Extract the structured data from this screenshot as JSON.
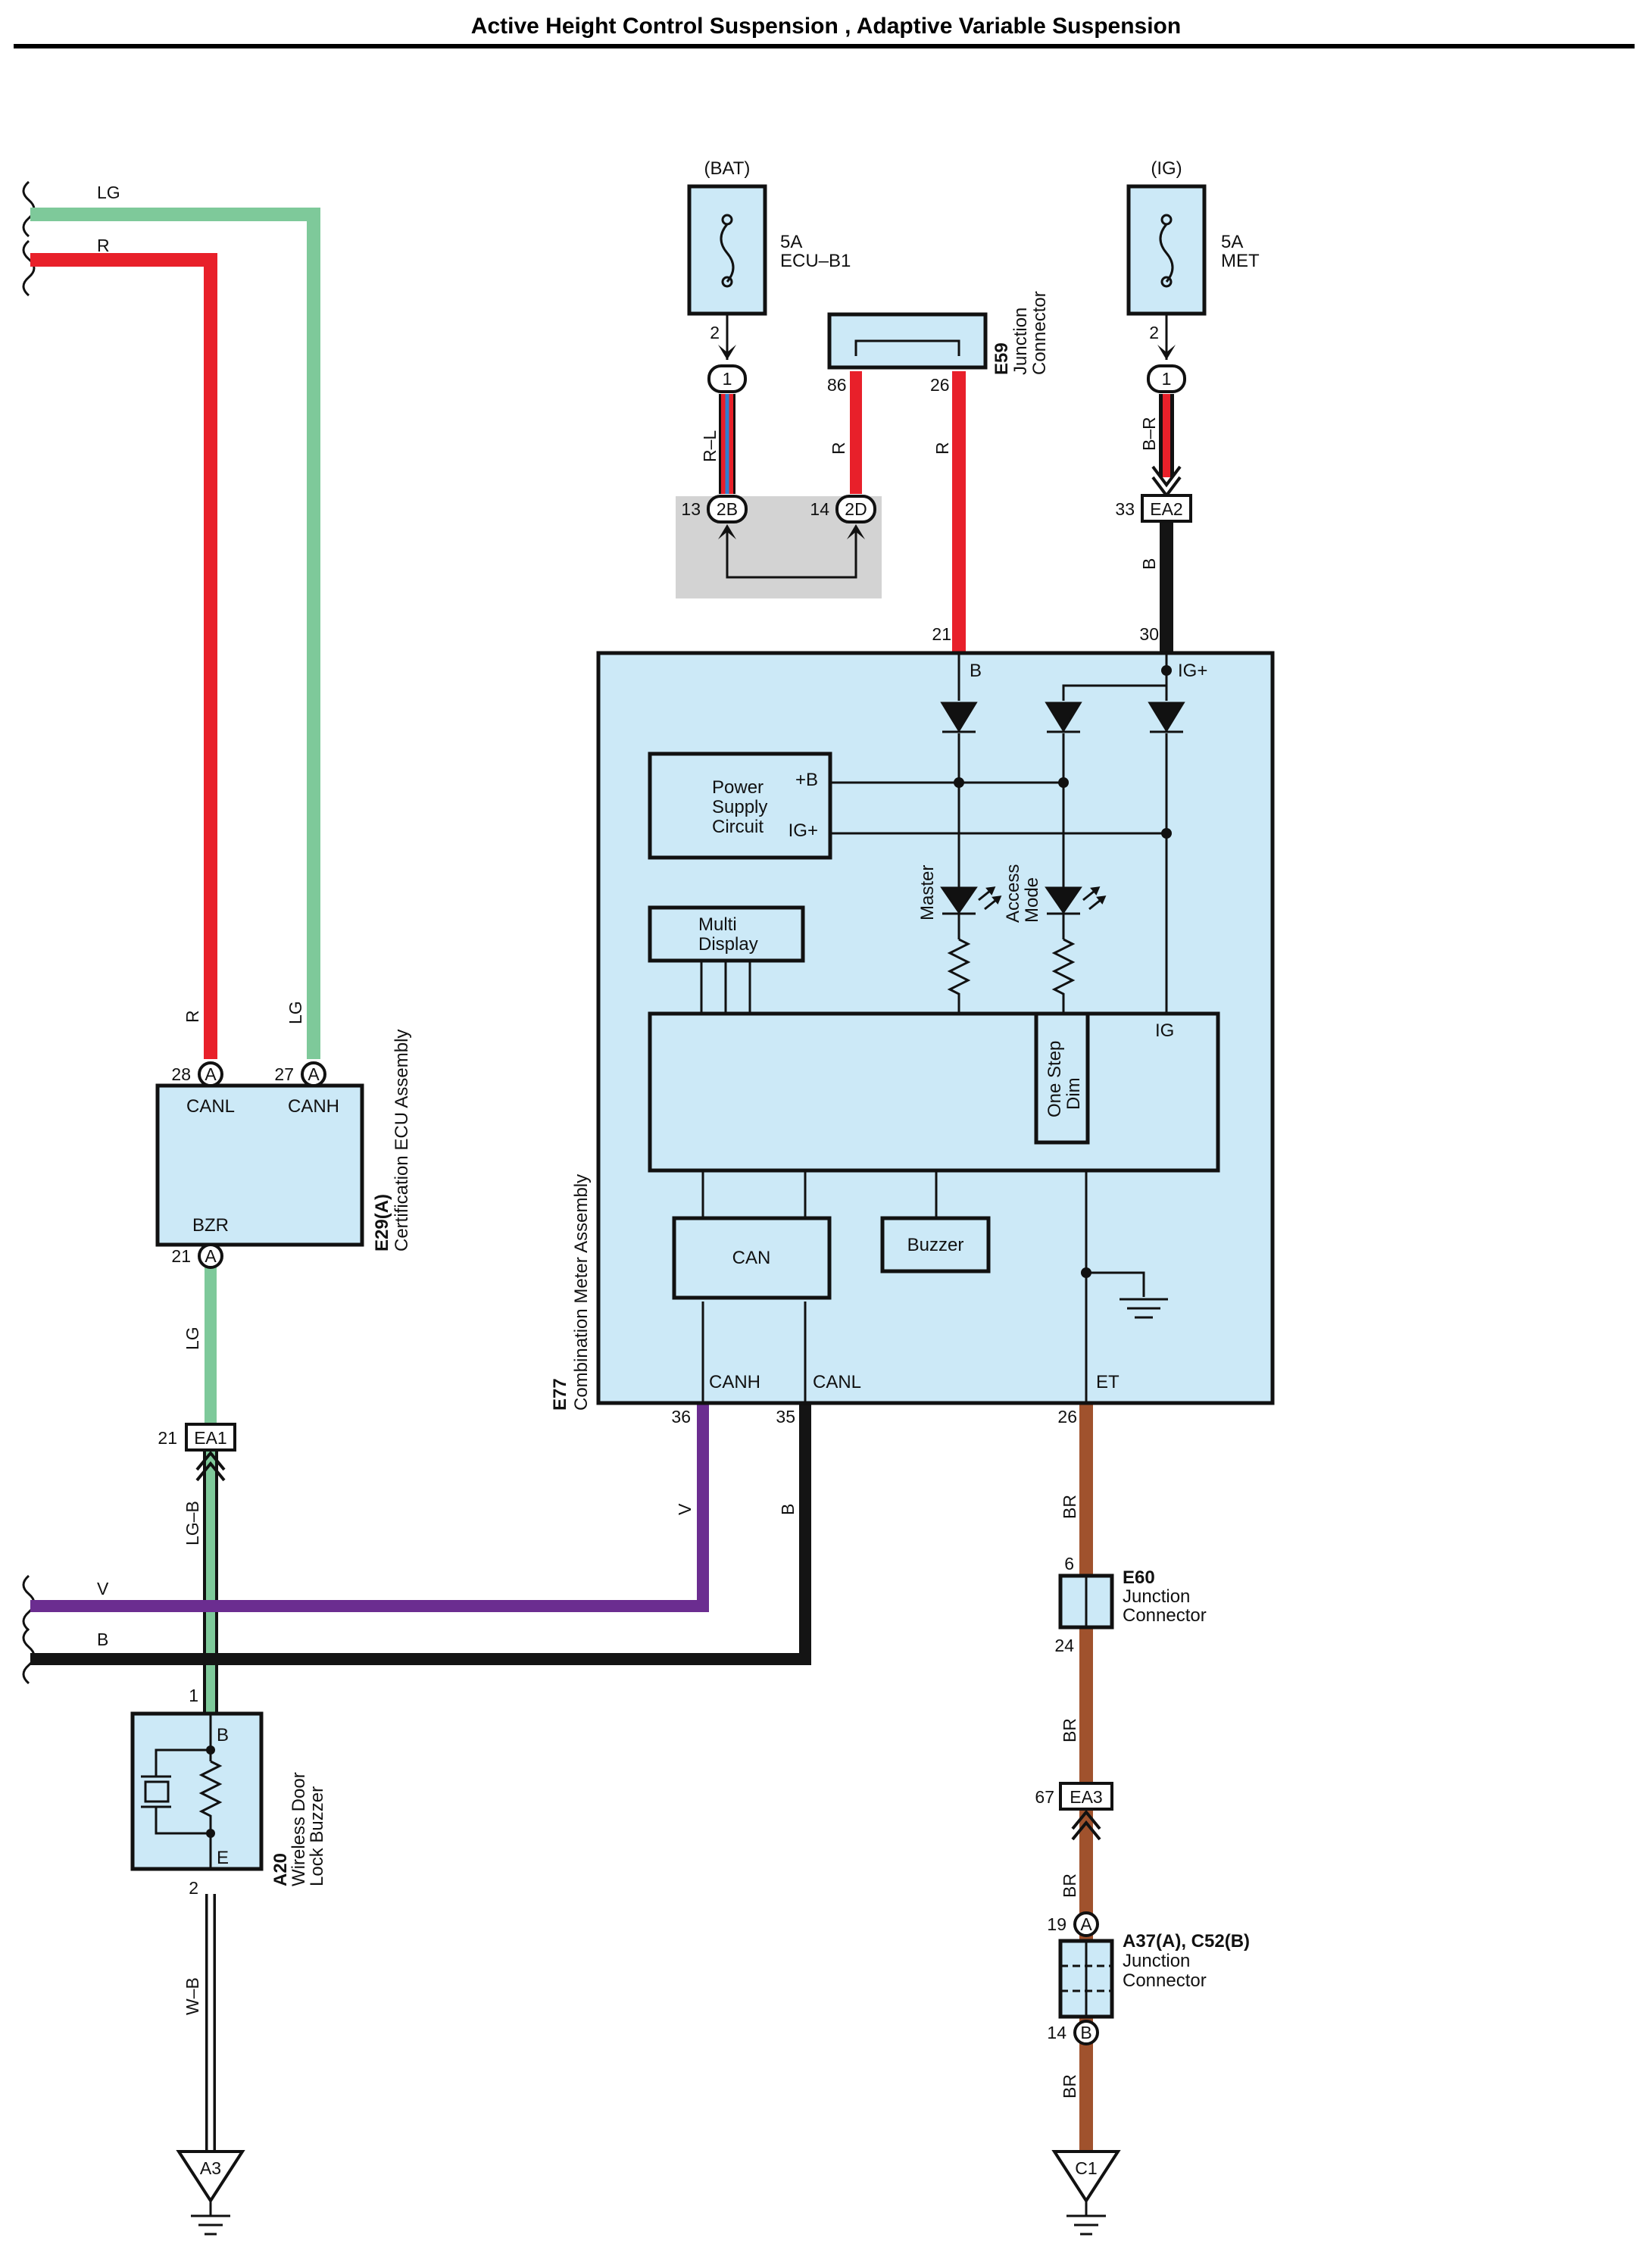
{
  "title": "Active Height Control Suspension , Adaptive Variable Suspension",
  "colors": {
    "LG": "#7ec99a",
    "R": "#e8202a",
    "V": "#6b2d90",
    "B": "#141414",
    "BR": "#a0522d",
    "L": "#2d7fd0",
    "W": "#ffffff",
    "box_fill": "#cce9f7",
    "shade": "#d3d3d3"
  },
  "wire_codes": {
    "lg": "LG",
    "r": "R",
    "v": "V",
    "b": "B",
    "br": "BR",
    "rl": "R–L",
    "br_wire": "B–R",
    "lgb": "LG–B",
    "wb": "W–B"
  },
  "fuses": {
    "bat": {
      "source": "(BAT)",
      "rating": "5A",
      "name": "ECU–B1",
      "pin": "2",
      "conn": "1"
    },
    "ig": {
      "source": "(IG)",
      "rating": "5A",
      "name": "MET",
      "pin": "2",
      "conn": "1"
    }
  },
  "junction_block": {
    "pin_2b": "13",
    "conn_2b": "2B",
    "pin_2d": "14",
    "conn_2d": "2D"
  },
  "e59": {
    "code": "E59",
    "name_line1": "Junction",
    "name_line2": "Connector",
    "pin_left": "86",
    "pin_right": "26"
  },
  "ea2": {
    "code": "EA2",
    "pin": "33"
  },
  "e77": {
    "code": "E77",
    "name": "Combination Meter Assembly",
    "pin_b": "21",
    "label_b": "B",
    "pin_ig": "30",
    "label_ig": "IG+",
    "power_supply": [
      "Power",
      "Supply",
      "Circuit"
    ],
    "ps_b": "+B",
    "ps_ig": "IG+",
    "multi_display": [
      "Multi",
      "Display"
    ],
    "master": "Master",
    "access_mode": [
      "Access",
      "Mode"
    ],
    "ig": "IG",
    "one_step_dim": [
      "One Step",
      "Dim"
    ],
    "can": "CAN",
    "buzzer": "Buzzer",
    "canh": "CANH",
    "canl": "CANL",
    "et": "ET",
    "pin_canh": "36",
    "pin_canl": "35",
    "pin_et": "26"
  },
  "e29": {
    "code": "E29(A)",
    "name": "Certification ECU Assembly",
    "canl": "CANL",
    "canh": "CANH",
    "bzr": "BZR",
    "pin_canl": "28",
    "pin_canh": "27",
    "pin_bzr": "21",
    "conn": "A"
  },
  "ea1": {
    "code": "EA1",
    "pin": "21"
  },
  "a20": {
    "code": "A20",
    "name_line1": "Wireless Door",
    "name_line2": "Lock Buzzer",
    "pin_b": "1",
    "label_b": "B",
    "pin_e": "2",
    "label_e": "E"
  },
  "e60": {
    "code": "E60",
    "name_line1": "Junction",
    "name_line2": "Connector",
    "pin_top": "6",
    "pin_bottom": "24"
  },
  "ea3": {
    "code": "EA3",
    "pin": "67"
  },
  "a37": {
    "code": "A37(A), C52(B)",
    "name_line1": "Junction",
    "name_line2": "Connector",
    "pin_top": "19",
    "conn_top": "A",
    "pin_bottom": "14",
    "conn_bottom": "B"
  },
  "grounds": {
    "left": "A3",
    "right": "C1"
  }
}
